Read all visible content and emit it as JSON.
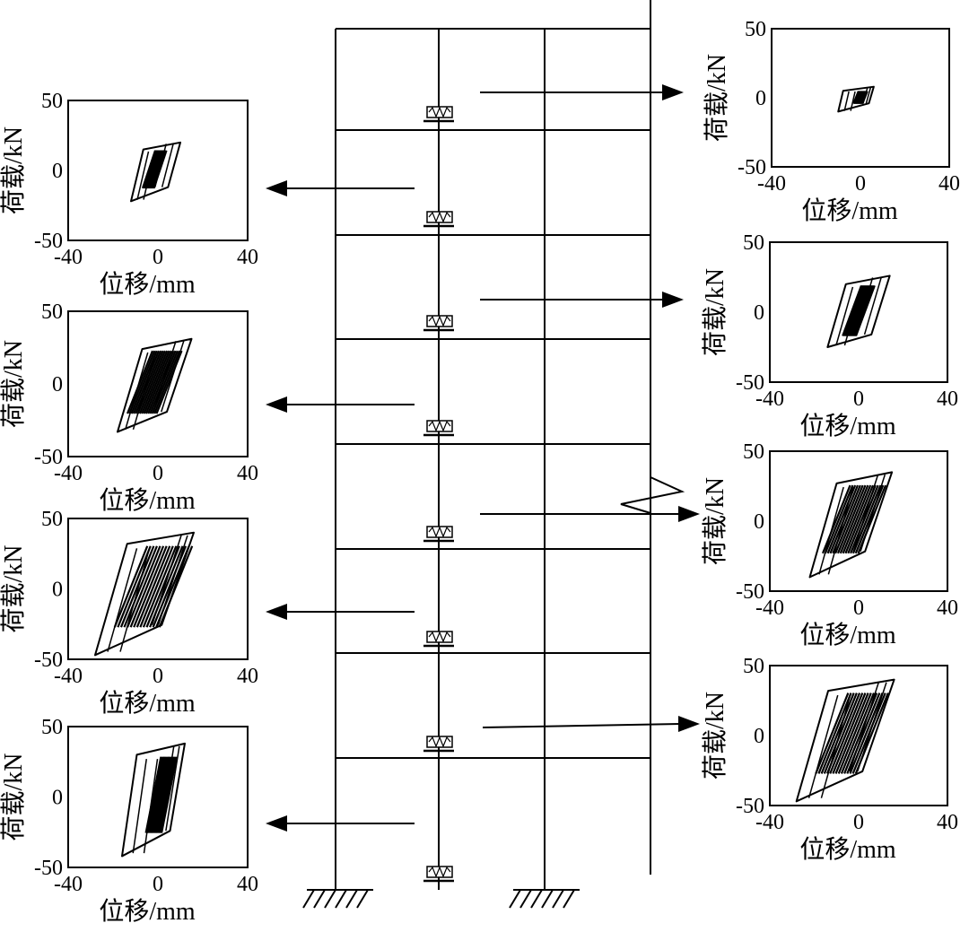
{
  "axes_text": {
    "ylabel": "荷载/kN",
    "xlabel": "位移/mm",
    "y_ticks": [
      "50",
      "0",
      "-50"
    ],
    "x_ticks": [
      "-40",
      "0",
      "40"
    ]
  },
  "chart_data": [
    {
      "type": "line",
      "story": 7,
      "side": "right",
      "xlim": [
        -40,
        40
      ],
      "ylim": [
        -50,
        50
      ],
      "xlabel": "位移/mm",
      "ylabel": "荷载/kN",
      "loop": {
        "x_min": -10,
        "x_max": 6,
        "y_top": 8,
        "y_bottom": -10,
        "yield_force": 5,
        "elastic_width": 4,
        "band": [
          -2,
          2
        ]
      }
    },
    {
      "type": "line",
      "story": 6,
      "side": "left",
      "xlim": [
        -40,
        40
      ],
      "ylim": [
        -50,
        50
      ],
      "xlabel": "位移/mm",
      "ylabel": "荷载/kN",
      "loop": {
        "x_min": -12,
        "x_max": 10,
        "y_top": 20,
        "y_bottom": -22,
        "yield_force": 15,
        "elastic_width": 10,
        "band": [
          -4,
          1
        ]
      }
    },
    {
      "type": "line",
      "story": 5,
      "side": "right",
      "xlim": [
        -40,
        40
      ],
      "ylim": [
        -50,
        50
      ],
      "xlabel": "位移/mm",
      "ylabel": "荷载/kN",
      "loop": {
        "x_min": -14,
        "x_max": 14,
        "y_top": 26,
        "y_bottom": -25,
        "yield_force": 20,
        "elastic_width": 15,
        "band": [
          -3,
          3
        ]
      }
    },
    {
      "type": "line",
      "story": 4,
      "side": "left",
      "xlim": [
        -40,
        40
      ],
      "ylim": [
        -50,
        50
      ],
      "xlabel": "位移/mm",
      "ylabel": "荷载/kN",
      "loop": {
        "x_min": -18,
        "x_max": 15,
        "y_top": 31,
        "y_bottom": -33,
        "yield_force": 24,
        "elastic_width": 20,
        "band": [
          -8,
          5
        ]
      }
    },
    {
      "type": "line",
      "story": 3,
      "side": "right",
      "xlim": [
        -40,
        40
      ],
      "ylim": [
        -50,
        50
      ],
      "xlabel": "位移/mm",
      "ylabel": "荷载/kN",
      "loop": {
        "x_min": -22,
        "x_max": 15,
        "y_top": 35,
        "y_bottom": -40,
        "yield_force": 27,
        "elastic_width": 22,
        "band": [
          -10,
          6
        ]
      }
    },
    {
      "type": "line",
      "story": 2,
      "side": "left",
      "xlim": [
        -40,
        40
      ],
      "ylim": [
        -50,
        50
      ],
      "xlabel": "位移/mm",
      "ylabel": "荷载/kN",
      "loop": {
        "x_min": -28,
        "x_max": 16,
        "y_top": 40,
        "y_bottom": -47,
        "yield_force": 32,
        "elastic_width": 26,
        "band": [
          -12,
          8
        ]
      }
    },
    {
      "type": "line",
      "story": 2,
      "side": "right",
      "xlim": [
        -40,
        40
      ],
      "ylim": [
        -50,
        50
      ],
      "xlabel": "位移/mm",
      "ylabel": "荷载/kN",
      "loop": {
        "x_min": -28,
        "x_max": 16,
        "y_top": 40,
        "y_bottom": -47,
        "yield_force": 32,
        "elastic_width": 26,
        "band": [
          -12,
          6
        ]
      }
    },
    {
      "type": "line",
      "story": 1,
      "side": "left",
      "xlim": [
        -40,
        40
      ],
      "ylim": [
        -50,
        50
      ],
      "xlabel": "位移/mm",
      "ylabel": "荷载/kN",
      "loop": {
        "x_min": -16,
        "x_max": 12,
        "y_top": 38,
        "y_bottom": -42,
        "yield_force": 30,
        "elastic_width": 12,
        "band": [
          -2,
          5
        ]
      }
    }
  ],
  "frame": {
    "stories": 8,
    "bays": 2,
    "floor_levels": 8,
    "supports": [
      "fixed-support-left",
      "fixed-support-middle"
    ],
    "damper_count": 8
  }
}
